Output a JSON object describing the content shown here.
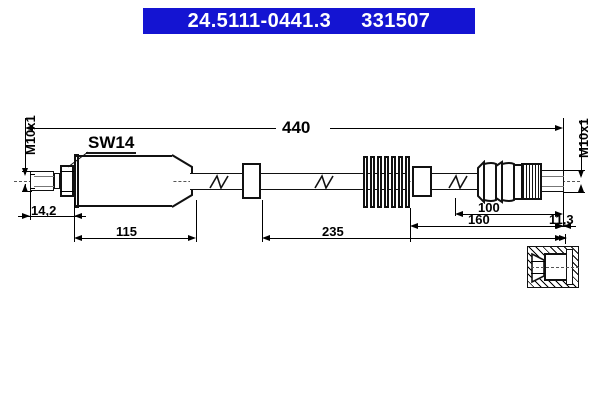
{
  "header": {
    "part_number": "24.5111-0441.3",
    "reference_number": "331507",
    "background_color": "#1414d2",
    "text_color": "#ffffff"
  },
  "drawing": {
    "title": "brake-hose-technical-drawing",
    "labels": {
      "thread_left": "M10x1",
      "thread_right": "M10x1",
      "wrench_size": "SW14"
    },
    "dimensions": {
      "total_length": "440",
      "left_fitting": "14,2",
      "left_section": "115",
      "mid_section": "235",
      "right_section_160": "160",
      "right_section_100": "100",
      "right_fitting": "11,3"
    }
  }
}
